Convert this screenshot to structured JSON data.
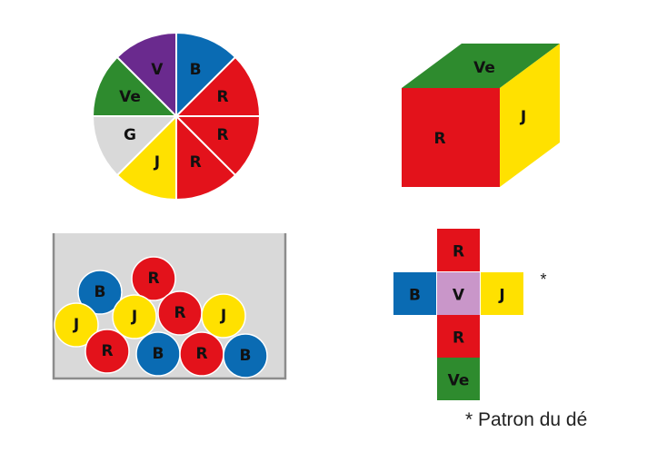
{
  "colors": {
    "B": "#0a6bb3",
    "R": "#e3121b",
    "J": "#ffe100",
    "Ve": "#2e8b2e",
    "V": "#6a2a8e",
    "G": "#d9d9d9",
    "V_pattern": "#c996c9",
    "urn_bg": "#d9d9d9",
    "urn_border": "#8c8c8c"
  },
  "spinner": {
    "sectors": [
      {
        "label": "B",
        "color_key": "B",
        "fraction": 0.125
      },
      {
        "label": "R",
        "color_key": "R",
        "fraction": 0.125
      },
      {
        "label": "R",
        "color_key": "R",
        "fraction": 0.125
      },
      {
        "label": "R",
        "color_key": "R",
        "fraction": 0.125
      },
      {
        "label": "J",
        "color_key": "J",
        "fraction": 0.125
      },
      {
        "label": "G",
        "color_key": "G",
        "fraction": 0.125
      },
      {
        "label": "Ve",
        "color_key": "Ve",
        "fraction": 0.125
      },
      {
        "label": "V",
        "color_key": "V",
        "fraction": 0.125
      }
    ]
  },
  "cube": {
    "front": {
      "label": "R",
      "color_key": "R"
    },
    "top": {
      "label": "Ve",
      "color_key": "Ve"
    },
    "side": {
      "label": "J",
      "color_key": "J"
    }
  },
  "urn": {
    "balls": [
      {
        "label": "B",
        "color_key": "B"
      },
      {
        "label": "R",
        "color_key": "R"
      },
      {
        "label": "J",
        "color_key": "J"
      },
      {
        "label": "J",
        "color_key": "J"
      },
      {
        "label": "R",
        "color_key": "R"
      },
      {
        "label": "J",
        "color_key": "J"
      },
      {
        "label": "R",
        "color_key": "R"
      },
      {
        "label": "B",
        "color_key": "B"
      },
      {
        "label": "R",
        "color_key": "R"
      },
      {
        "label": "B",
        "color_key": "B"
      }
    ]
  },
  "net": {
    "faces": [
      {
        "label": "R",
        "color_key": "R"
      },
      {
        "label": "B",
        "color_key": "B"
      },
      {
        "label": "V",
        "color_key": "V_pattern"
      },
      {
        "label": "J",
        "color_key": "J"
      },
      {
        "label": "R",
        "color_key": "R"
      },
      {
        "label": "Ve",
        "color_key": "Ve"
      }
    ],
    "star": "*",
    "caption": "* Patron du dé"
  }
}
